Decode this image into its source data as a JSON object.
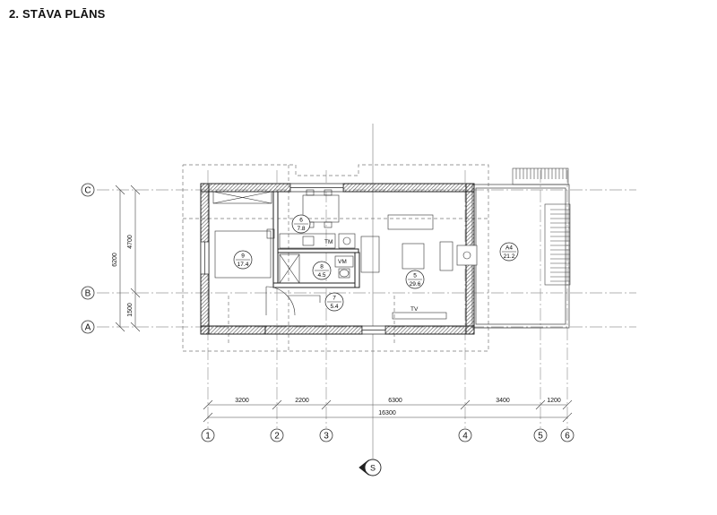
{
  "title": "2. STĀVA PLĀNS",
  "grid_rows": [
    "C",
    "B",
    "A"
  ],
  "grid_cols": [
    "1",
    "2",
    "3",
    "4",
    "5",
    "6"
  ],
  "row_dims": {
    "total": "6200",
    "upper": "4700",
    "lower": "1500"
  },
  "col_dims": [
    "3200",
    "2200",
    "6300",
    "3400",
    "1200"
  ],
  "overall_dim": "16300",
  "rooms": [
    {
      "num": "9",
      "area": "17.4"
    },
    {
      "num": "6",
      "area": "7.8"
    },
    {
      "num": "8",
      "area": "4.5"
    },
    {
      "num": "7",
      "area": "5.4"
    },
    {
      "num": "5",
      "area": "29.6"
    },
    {
      "num": "A4",
      "area": "21.2"
    }
  ],
  "fixtures": {
    "tm": "TM",
    "vm": "VM",
    "tv": "TV"
  },
  "north": "S"
}
